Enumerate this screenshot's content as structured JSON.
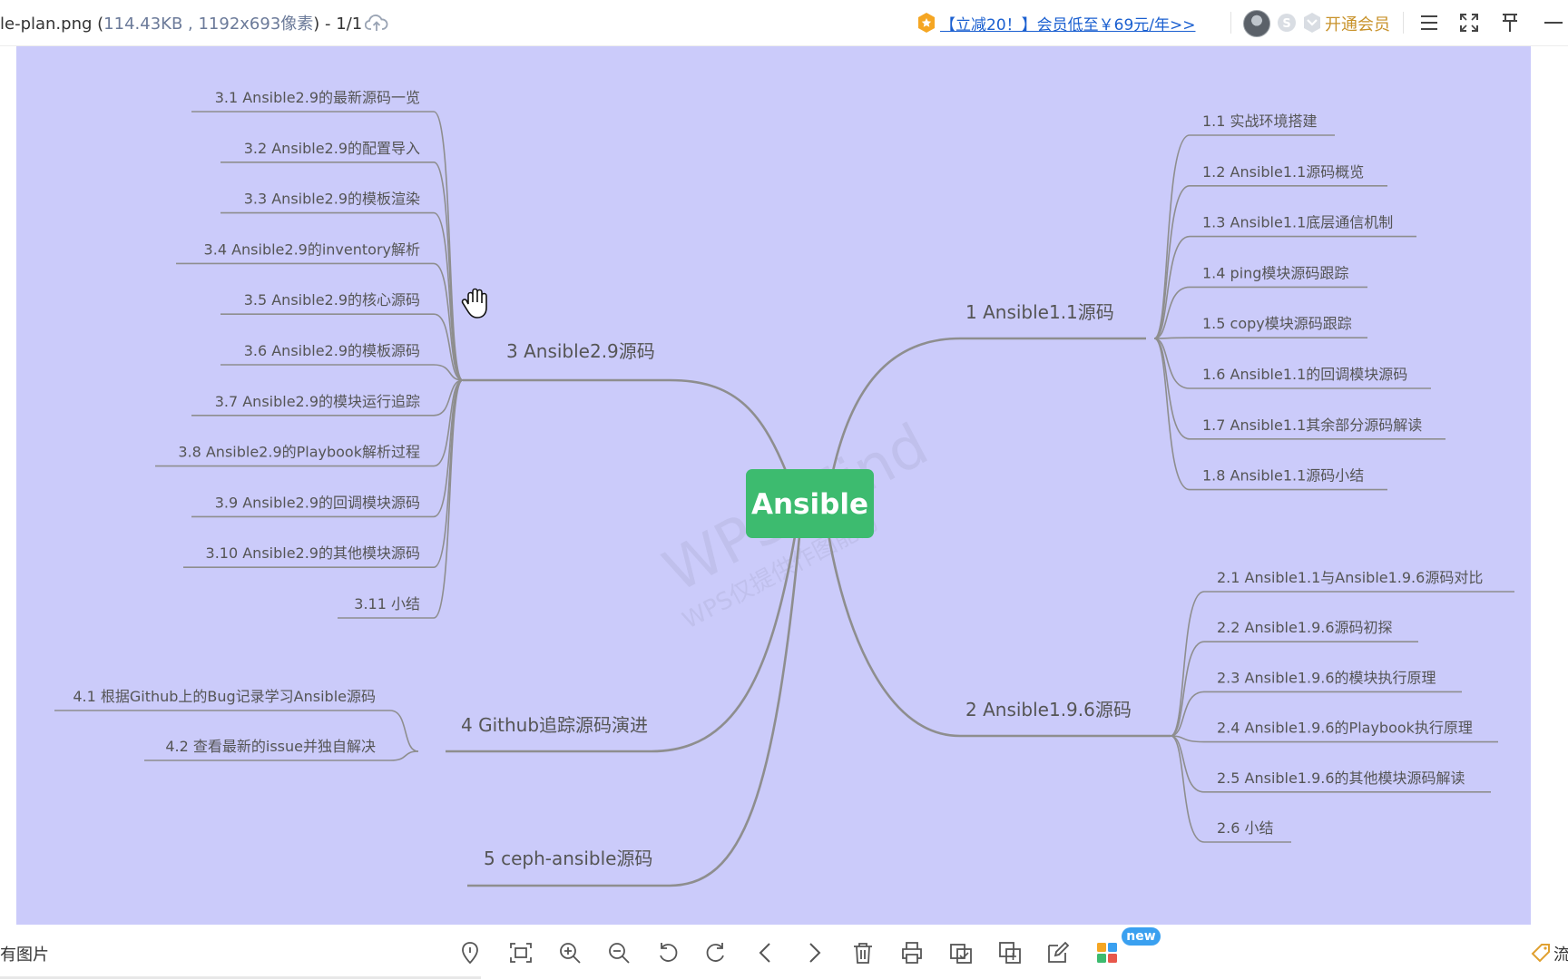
{
  "window": {
    "file_name": "le-plan.png (",
    "file_meta": "114.43KB , 1192x693像素",
    "page_counter": ") - 1/1",
    "promo_text": "【立减20！】会员低至￥69元/年>>",
    "vip_label": "开通会员"
  },
  "mindmap": {
    "root": "Ansible",
    "watermark": "WPS Mind",
    "watermark_sub": "WPS仅提供作图能力",
    "branches": [
      {
        "title": "1 Ansible1.1源码",
        "children": [
          "1.1 实战环境搭建",
          "1.2 Ansible1.1源码概览",
          "1.3 Ansible1.1底层通信机制",
          "1.4 ping模块源码跟踪",
          "1.5 copy模块源码跟踪",
          "1.6 Ansible1.1的回调模块源码",
          "1.7 Ansible1.1其余部分源码解读",
          "1.8 Ansible1.1源码小结"
        ]
      },
      {
        "title": "2 Ansible1.9.6源码",
        "children": [
          "2.1 Ansible1.1与Ansible1.9.6源码对比",
          "2.2 Ansible1.9.6源码初探",
          "2.3 Ansible1.9.6的模块执行原理",
          "2.4 Ansible1.9.6的Playbook执行原理",
          "2.5 Ansible1.9.6的其他模块源码解读",
          "2.6 小结"
        ]
      },
      {
        "title": "3 Ansible2.9源码",
        "children": [
          "3.1 Ansible2.9的最新源码一览",
          "3.2 Ansible2.9的配置导入",
          "3.3 Ansible2.9的模板渲染",
          "3.4 Ansible2.9的inventory解析",
          "3.5 Ansible2.9的核心源码",
          "3.6 Ansible2.9的模板源码",
          "3.7 Ansible2.9的模块运行追踪",
          "3.8 Ansible2.9的Playbook解析过程",
          "3.9 Ansible2.9的回调模块源码",
          "3.10 Ansible2.9的其他模块源码",
          "3.11 小结"
        ]
      },
      {
        "title": "4 Github追踪源码演进",
        "children": [
          "4.1 根据Github上的Bug记录学习Ansible源码",
          "4.2 查看最新的issue并独自解决"
        ]
      },
      {
        "title": "5 ceph-ansible源码",
        "children": []
      }
    ]
  },
  "bottombar": {
    "all_images_label": "有图片",
    "new_badge": "new",
    "right_text": "流",
    "icons": [
      "locate-icon",
      "fit-screen-icon",
      "zoom-in-icon",
      "zoom-out-icon",
      "rotate-left-icon",
      "rotate-right-icon",
      "previous-icon",
      "next-icon",
      "delete-icon",
      "print-icon",
      "compare-icon",
      "copy-icon",
      "edit-icon",
      "apps-icon"
    ]
  },
  "colors": {
    "canvas_bg": "#cbcbfa",
    "root_node": "#3dbb6f",
    "connector": "#8e8e8e",
    "link": "#1a5fd0",
    "vip": "#c8922a"
  }
}
